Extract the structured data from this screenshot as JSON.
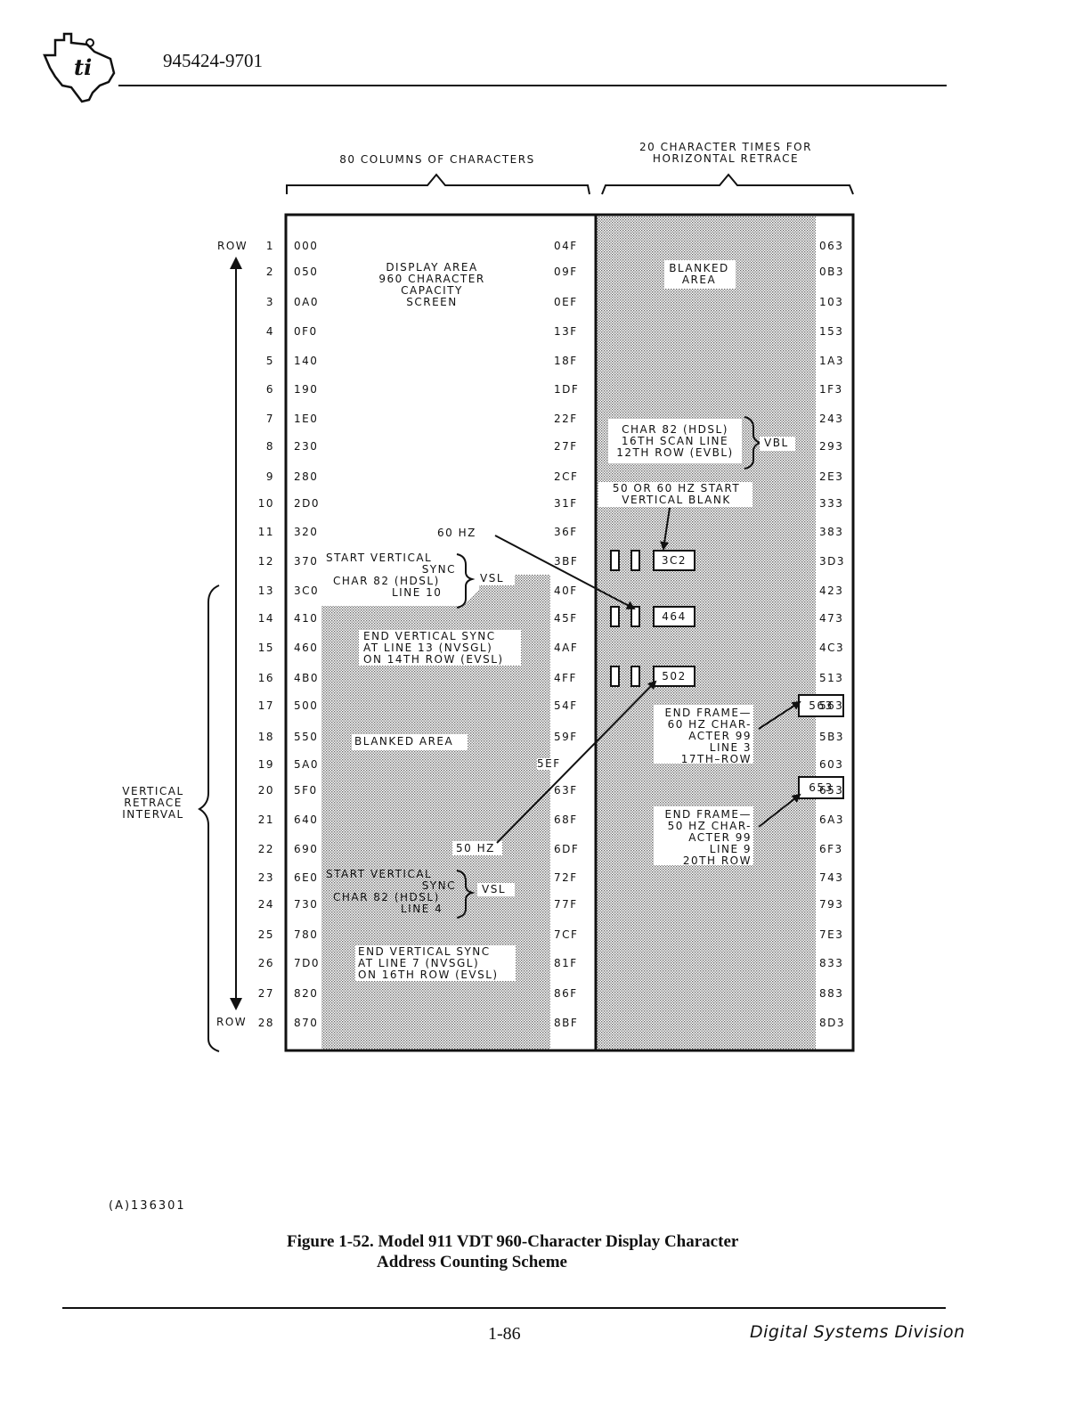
{
  "header": {
    "document_number": "945424-9701"
  },
  "figure": {
    "ref_code": "(A)136301",
    "caption_line1": "Figure 1-52. Model 911 VDT 960-Character Display Character",
    "caption_line2": "Address Counting Scheme",
    "top_left_label": "80 COLUMNS OF CHARACTERS",
    "top_right_label_line1": "20 CHARACTER TIMES FOR",
    "top_right_label_line2": "HORIZONTAL RETRACE",
    "row_first_label": "ROW",
    "row_last_label": "ROW",
    "vertical_retrace_label": [
      "VERTICAL",
      "RETRACE",
      "INTERVAL"
    ],
    "display_area": [
      "DISPLAY AREA",
      "960 CHARACTER",
      "CAPACITY",
      "SCREEN"
    ],
    "blanked_area_right": [
      "BLANKED",
      "AREA"
    ],
    "blanked_area_left": "BLANKED AREA",
    "vbl_block": [
      "CHAR 82 (HDSL)",
      "16TH SCAN LINE",
      "12TH ROW (EVBL)"
    ],
    "vbl_label": "VBL",
    "start_vertical_blank": [
      "50 OR 60 HZ START",
      "VERTICAL BLANK"
    ],
    "hz60_label": "60 HZ",
    "hz50_label": "50 HZ",
    "sync1": [
      "START VERTICAL",
      "SYNC",
      "CHAR 82 (HDSL)",
      "LINE 10"
    ],
    "sync2": [
      "START VERTICAL",
      "SYNC",
      "CHAR 82 (HDSL)",
      "LINE 4"
    ],
    "vsl_label": "VSL",
    "end_sync1": [
      "END VERTICAL SYNC",
      "AT LINE 13 (NVSGL)",
      "ON 14TH ROW (EVSL)"
    ],
    "end_sync2": [
      "END VERTICAL SYNC",
      "AT LINE 7 (NVSGL)",
      "ON 16TH ROW (EVSL)"
    ],
    "end_frame_60": [
      "END FRAME—",
      "60 HZ CHAR-",
      "ACTER 99",
      "LINE 3",
      "17TH–ROW"
    ],
    "end_frame_50": [
      "END FRAME—",
      "50 HZ CHAR-",
      "ACTER 99",
      "LINE 9",
      "20TH ROW"
    ],
    "box_3c2": "3C2",
    "box_464": "464",
    "box_502": "502",
    "box_563": "563",
    "box_653": "653",
    "label_5ef": "5EF",
    "rows": [
      {
        "n": "1",
        "left": "000",
        "mid": "04F",
        "right": "063"
      },
      {
        "n": "2",
        "left": "050",
        "mid": "09F",
        "right": "0B3"
      },
      {
        "n": "3",
        "left": "0A0",
        "mid": "0EF",
        "right": "103"
      },
      {
        "n": "4",
        "left": "0F0",
        "mid": "13F",
        "right": "153"
      },
      {
        "n": "5",
        "left": "140",
        "mid": "18F",
        "right": "1A3"
      },
      {
        "n": "6",
        "left": "190",
        "mid": "1DF",
        "right": "1F3"
      },
      {
        "n": "7",
        "left": "1E0",
        "mid": "22F",
        "right": "243"
      },
      {
        "n": "8",
        "left": "230",
        "mid": "27F",
        "right": "293"
      },
      {
        "n": "9",
        "left": "280",
        "mid": "2CF",
        "right": "2E3"
      },
      {
        "n": "10",
        "left": "2D0",
        "mid": "31F",
        "right": "333"
      },
      {
        "n": "11",
        "left": "320",
        "mid": "36F",
        "right": "383"
      },
      {
        "n": "12",
        "left": "370",
        "mid": "3BF",
        "right": "3D3"
      },
      {
        "n": "13",
        "left": "3C0",
        "mid": "40F",
        "right": "423"
      },
      {
        "n": "14",
        "left": "410",
        "mid": "45F",
        "right": "473"
      },
      {
        "n": "15",
        "left": "460",
        "mid": "4AF",
        "right": "4C3"
      },
      {
        "n": "16",
        "left": "4B0",
        "mid": "4FF",
        "right": "513"
      },
      {
        "n": "17",
        "left": "500",
        "mid": "54F",
        "right": "563"
      },
      {
        "n": "18",
        "left": "550",
        "mid": "59F",
        "right": "5B3"
      },
      {
        "n": "19",
        "left": "5A0",
        "mid": "",
        "right": "603"
      },
      {
        "n": "20",
        "left": "5F0",
        "mid": "63F",
        "right": "653"
      },
      {
        "n": "21",
        "left": "640",
        "mid": "68F",
        "right": "6A3"
      },
      {
        "n": "22",
        "left": "690",
        "mid": "6DF",
        "right": "6F3"
      },
      {
        "n": "23",
        "left": "6E0",
        "mid": "72F",
        "right": "743"
      },
      {
        "n": "24",
        "left": "730",
        "mid": "77F",
        "right": "793"
      },
      {
        "n": "25",
        "left": "780",
        "mid": "7CF",
        "right": "7E3"
      },
      {
        "n": "26",
        "left": "7D0",
        "mid": "81F",
        "right": "833"
      },
      {
        "n": "27",
        "left": "820",
        "mid": "86F",
        "right": "883"
      },
      {
        "n": "28",
        "left": "870",
        "mid": "8BF",
        "right": "8D3"
      }
    ]
  },
  "footer": {
    "page_number": "1-86",
    "division": "Digital Systems Division"
  }
}
